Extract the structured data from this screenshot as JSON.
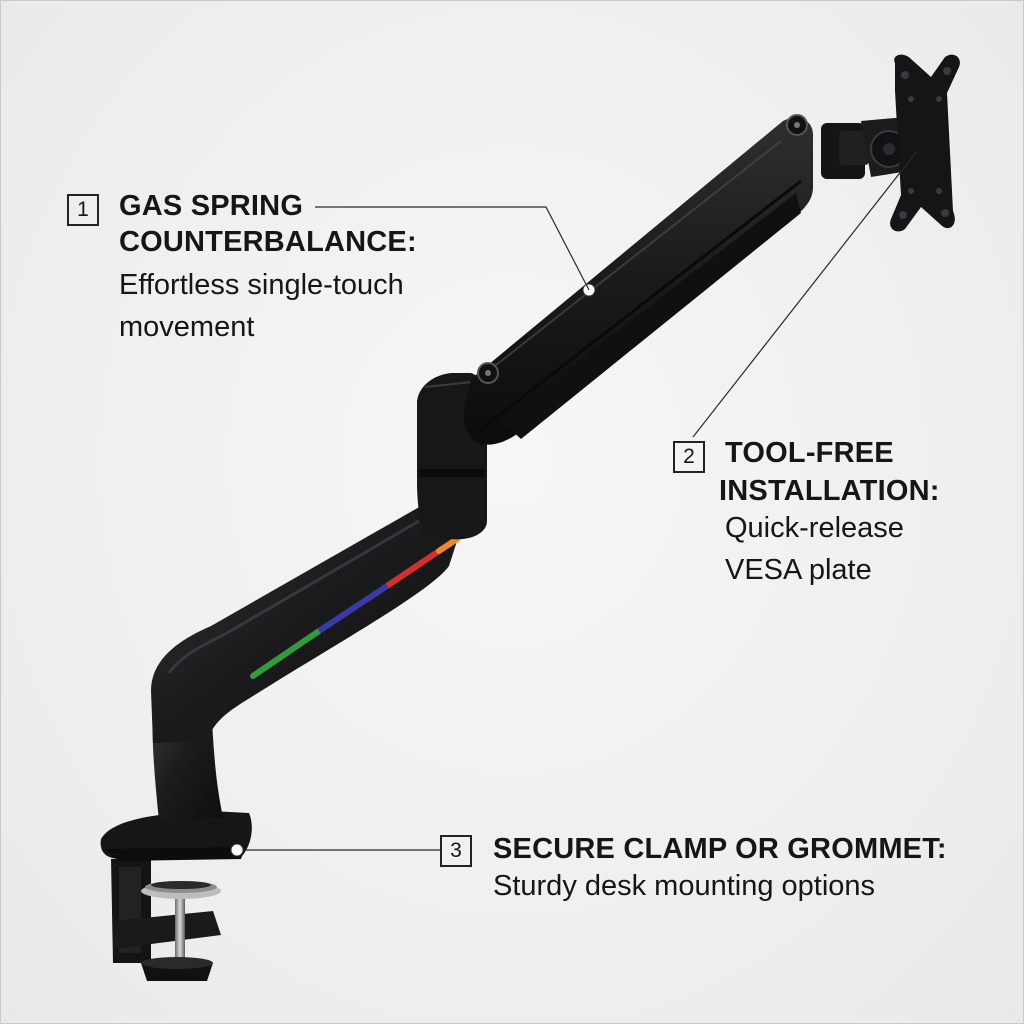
{
  "callouts": [
    {
      "number": "1",
      "title_line1": "GAS SPRING",
      "title_line2": "COUNTERBALANCE:",
      "desc_line1": "Effortless single-touch",
      "desc_line2": "movement"
    },
    {
      "number": "2",
      "title_line1": "TOOL-FREE",
      "title_line2": "INSTALLATION:",
      "desc_line1": "Quick-release",
      "desc_line2": "VESA plate"
    },
    {
      "number": "3",
      "title_line1": "SECURE CLAMP OR GROMMET:",
      "desc_line1": "Sturdy desk mounting options"
    }
  ],
  "colors": {
    "background": "#efefed",
    "arm": "#1b1b1d",
    "accent_green": "#2e9e3a",
    "accent_blue": "#3a3aa8",
    "accent_red": "#d3302c",
    "accent_orange": "#ef8a22"
  },
  "icons": [
    "monitor-arm-illustration",
    "vesa-plate-icon",
    "desk-clamp-icon"
  ]
}
